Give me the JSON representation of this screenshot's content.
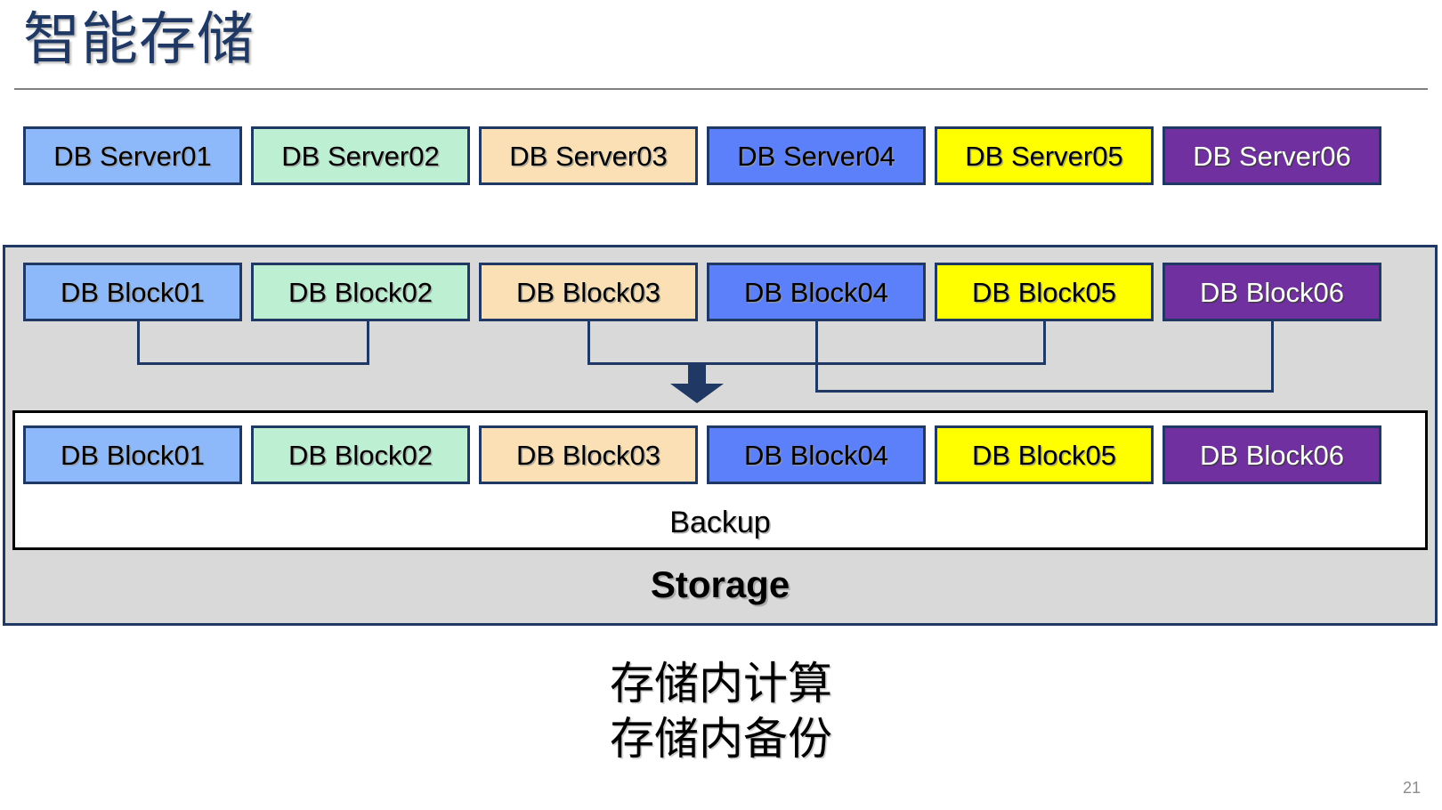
{
  "slide": {
    "title": "智能存储",
    "page_number": "21"
  },
  "colors": {
    "title": "#1F3864",
    "border_navy": "#1F3864",
    "storage_fill": "#D9D9D9",
    "backup_fill": "#FFFFFF",
    "backup_border": "#000000",
    "rule": "#808080",
    "page_number": "#8C8C8C",
    "palette": [
      "#8DB9FA",
      "#BDF0D2",
      "#FAE0B4",
      "#5B80FA",
      "#FFFF00",
      "#7030A0"
    ]
  },
  "server_row": {
    "items": [
      {
        "label": "DB Server01",
        "fill": "#8DB9FA",
        "text": "#000000"
      },
      {
        "label": "DB Server02",
        "fill": "#BDF0D2",
        "text": "#000000"
      },
      {
        "label": "DB Server03",
        "fill": "#FAE0B4",
        "text": "#000000"
      },
      {
        "label": "DB Server04",
        "fill": "#5B80FA",
        "text": "#000000"
      },
      {
        "label": "DB Server05",
        "fill": "#FFFF00",
        "text": "#000000"
      },
      {
        "label": "DB Server06",
        "fill": "#7030A0",
        "text": "#FFFFFF"
      }
    ]
  },
  "storage": {
    "label": "Storage",
    "primary_blocks": [
      {
        "label": "DB Block01",
        "fill": "#8DB9FA",
        "text": "#000000"
      },
      {
        "label": "DB Block02",
        "fill": "#BDF0D2",
        "text": "#000000"
      },
      {
        "label": "DB Block03",
        "fill": "#FAE0B4",
        "text": "#000000"
      },
      {
        "label": "DB Block04",
        "fill": "#5B80FA",
        "text": "#000000"
      },
      {
        "label": "DB Block05",
        "fill": "#FFFF00",
        "text": "#000000"
      },
      {
        "label": "DB Block06",
        "fill": "#7030A0",
        "text": "#FFFFFF"
      }
    ],
    "connections": [
      {
        "from": "DB Block01",
        "to": "DB Block02"
      },
      {
        "from": "DB Block03",
        "to": "DB Block05"
      },
      {
        "from": "DB Block04",
        "to": "DB Block06"
      }
    ],
    "flow_arrow": "down-arrow",
    "backup": {
      "label": "Backup",
      "blocks": [
        {
          "label": "DB Block01",
          "fill": "#8DB9FA",
          "text": "#000000"
        },
        {
          "label": "DB Block02",
          "fill": "#BDF0D2",
          "text": "#000000"
        },
        {
          "label": "DB Block03",
          "fill": "#FAE0B4",
          "text": "#000000"
        },
        {
          "label": "DB Block04",
          "fill": "#5B80FA",
          "text": "#000000"
        },
        {
          "label": "DB Block05",
          "fill": "#FFFF00",
          "text": "#000000"
        },
        {
          "label": "DB Block06",
          "fill": "#7030A0",
          "text": "#FFFFFF"
        }
      ]
    }
  },
  "captions": [
    "存储内计算",
    "存储内备份"
  ]
}
